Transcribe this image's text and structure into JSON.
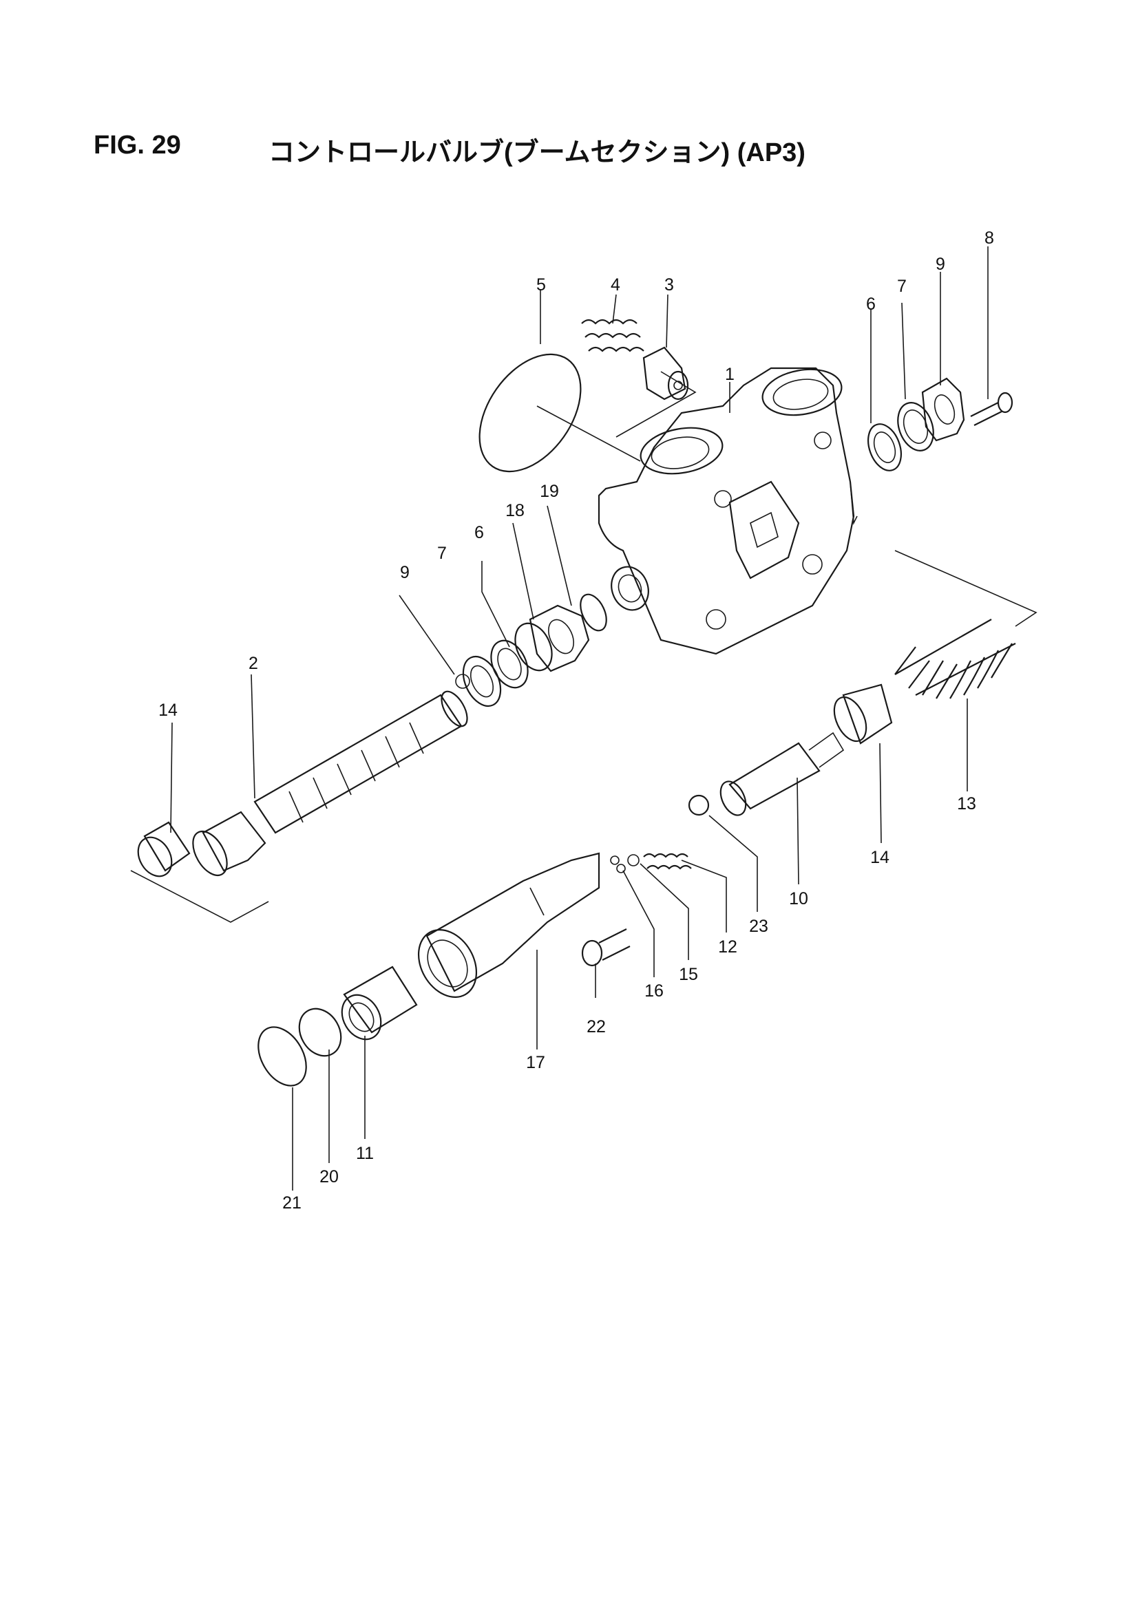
{
  "figure": {
    "number": "FIG. 29",
    "title": "コントロールバルブ(ブームセクション) (AP3)"
  },
  "callouts": [
    {
      "id": "c1",
      "label": "1"
    },
    {
      "id": "c2",
      "label": "2"
    },
    {
      "id": "c3",
      "label": "3"
    },
    {
      "id": "c4",
      "label": "4"
    },
    {
      "id": "c5",
      "label": "5"
    },
    {
      "id": "c6a",
      "label": "6"
    },
    {
      "id": "c6b",
      "label": "6"
    },
    {
      "id": "c7a",
      "label": "7"
    },
    {
      "id": "c7b",
      "label": "7"
    },
    {
      "id": "c8",
      "label": "8"
    },
    {
      "id": "c9a",
      "label": "9"
    },
    {
      "id": "c9b",
      "label": "9"
    },
    {
      "id": "c10",
      "label": "10"
    },
    {
      "id": "c11",
      "label": "11"
    },
    {
      "id": "c12",
      "label": "12"
    },
    {
      "id": "c13",
      "label": "13"
    },
    {
      "id": "c14a",
      "label": "14"
    },
    {
      "id": "c14b",
      "label": "14"
    },
    {
      "id": "c15",
      "label": "15"
    },
    {
      "id": "c16",
      "label": "16"
    },
    {
      "id": "c17",
      "label": "17"
    },
    {
      "id": "c18",
      "label": "18"
    },
    {
      "id": "c19",
      "label": "19"
    },
    {
      "id": "c20",
      "label": "20"
    },
    {
      "id": "c21",
      "label": "21"
    },
    {
      "id": "c22",
      "label": "22"
    },
    {
      "id": "c23",
      "label": "23"
    }
  ]
}
